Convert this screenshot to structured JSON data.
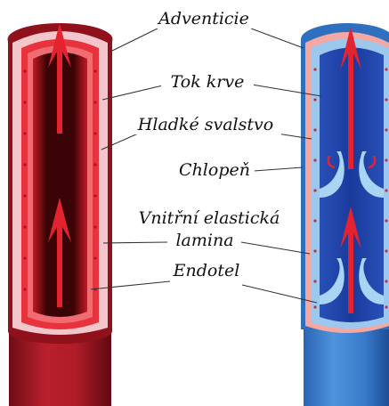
{
  "labels": {
    "adventicie": "Adventicie",
    "tok_krve": "Tok krve",
    "hladke_svalstvo": "Hladké svalstvo",
    "chlopen": "Chlopeň",
    "vnitrni_elasticka_line1": "Vnitřní elastická",
    "vnitrni_elasticka_line2": "lamina",
    "endotel": "Endotel"
  },
  "colors": {
    "artery_outer": "#9a1420",
    "artery_adventitia": "#f3c6cc",
    "artery_muscle": "#e8323c",
    "artery_lumen": "#2a0204",
    "vein_outer": "#2f6fc0",
    "vein_muscle": "#9cc8ee",
    "vein_lumen": "#1c3fa8",
    "valve": "#a9d4f4",
    "flow_arrow": "#e32430",
    "leader_line": "#333333"
  },
  "icons": [
    "blood-flow-arrow-icon",
    "vein-valve-icon"
  ]
}
